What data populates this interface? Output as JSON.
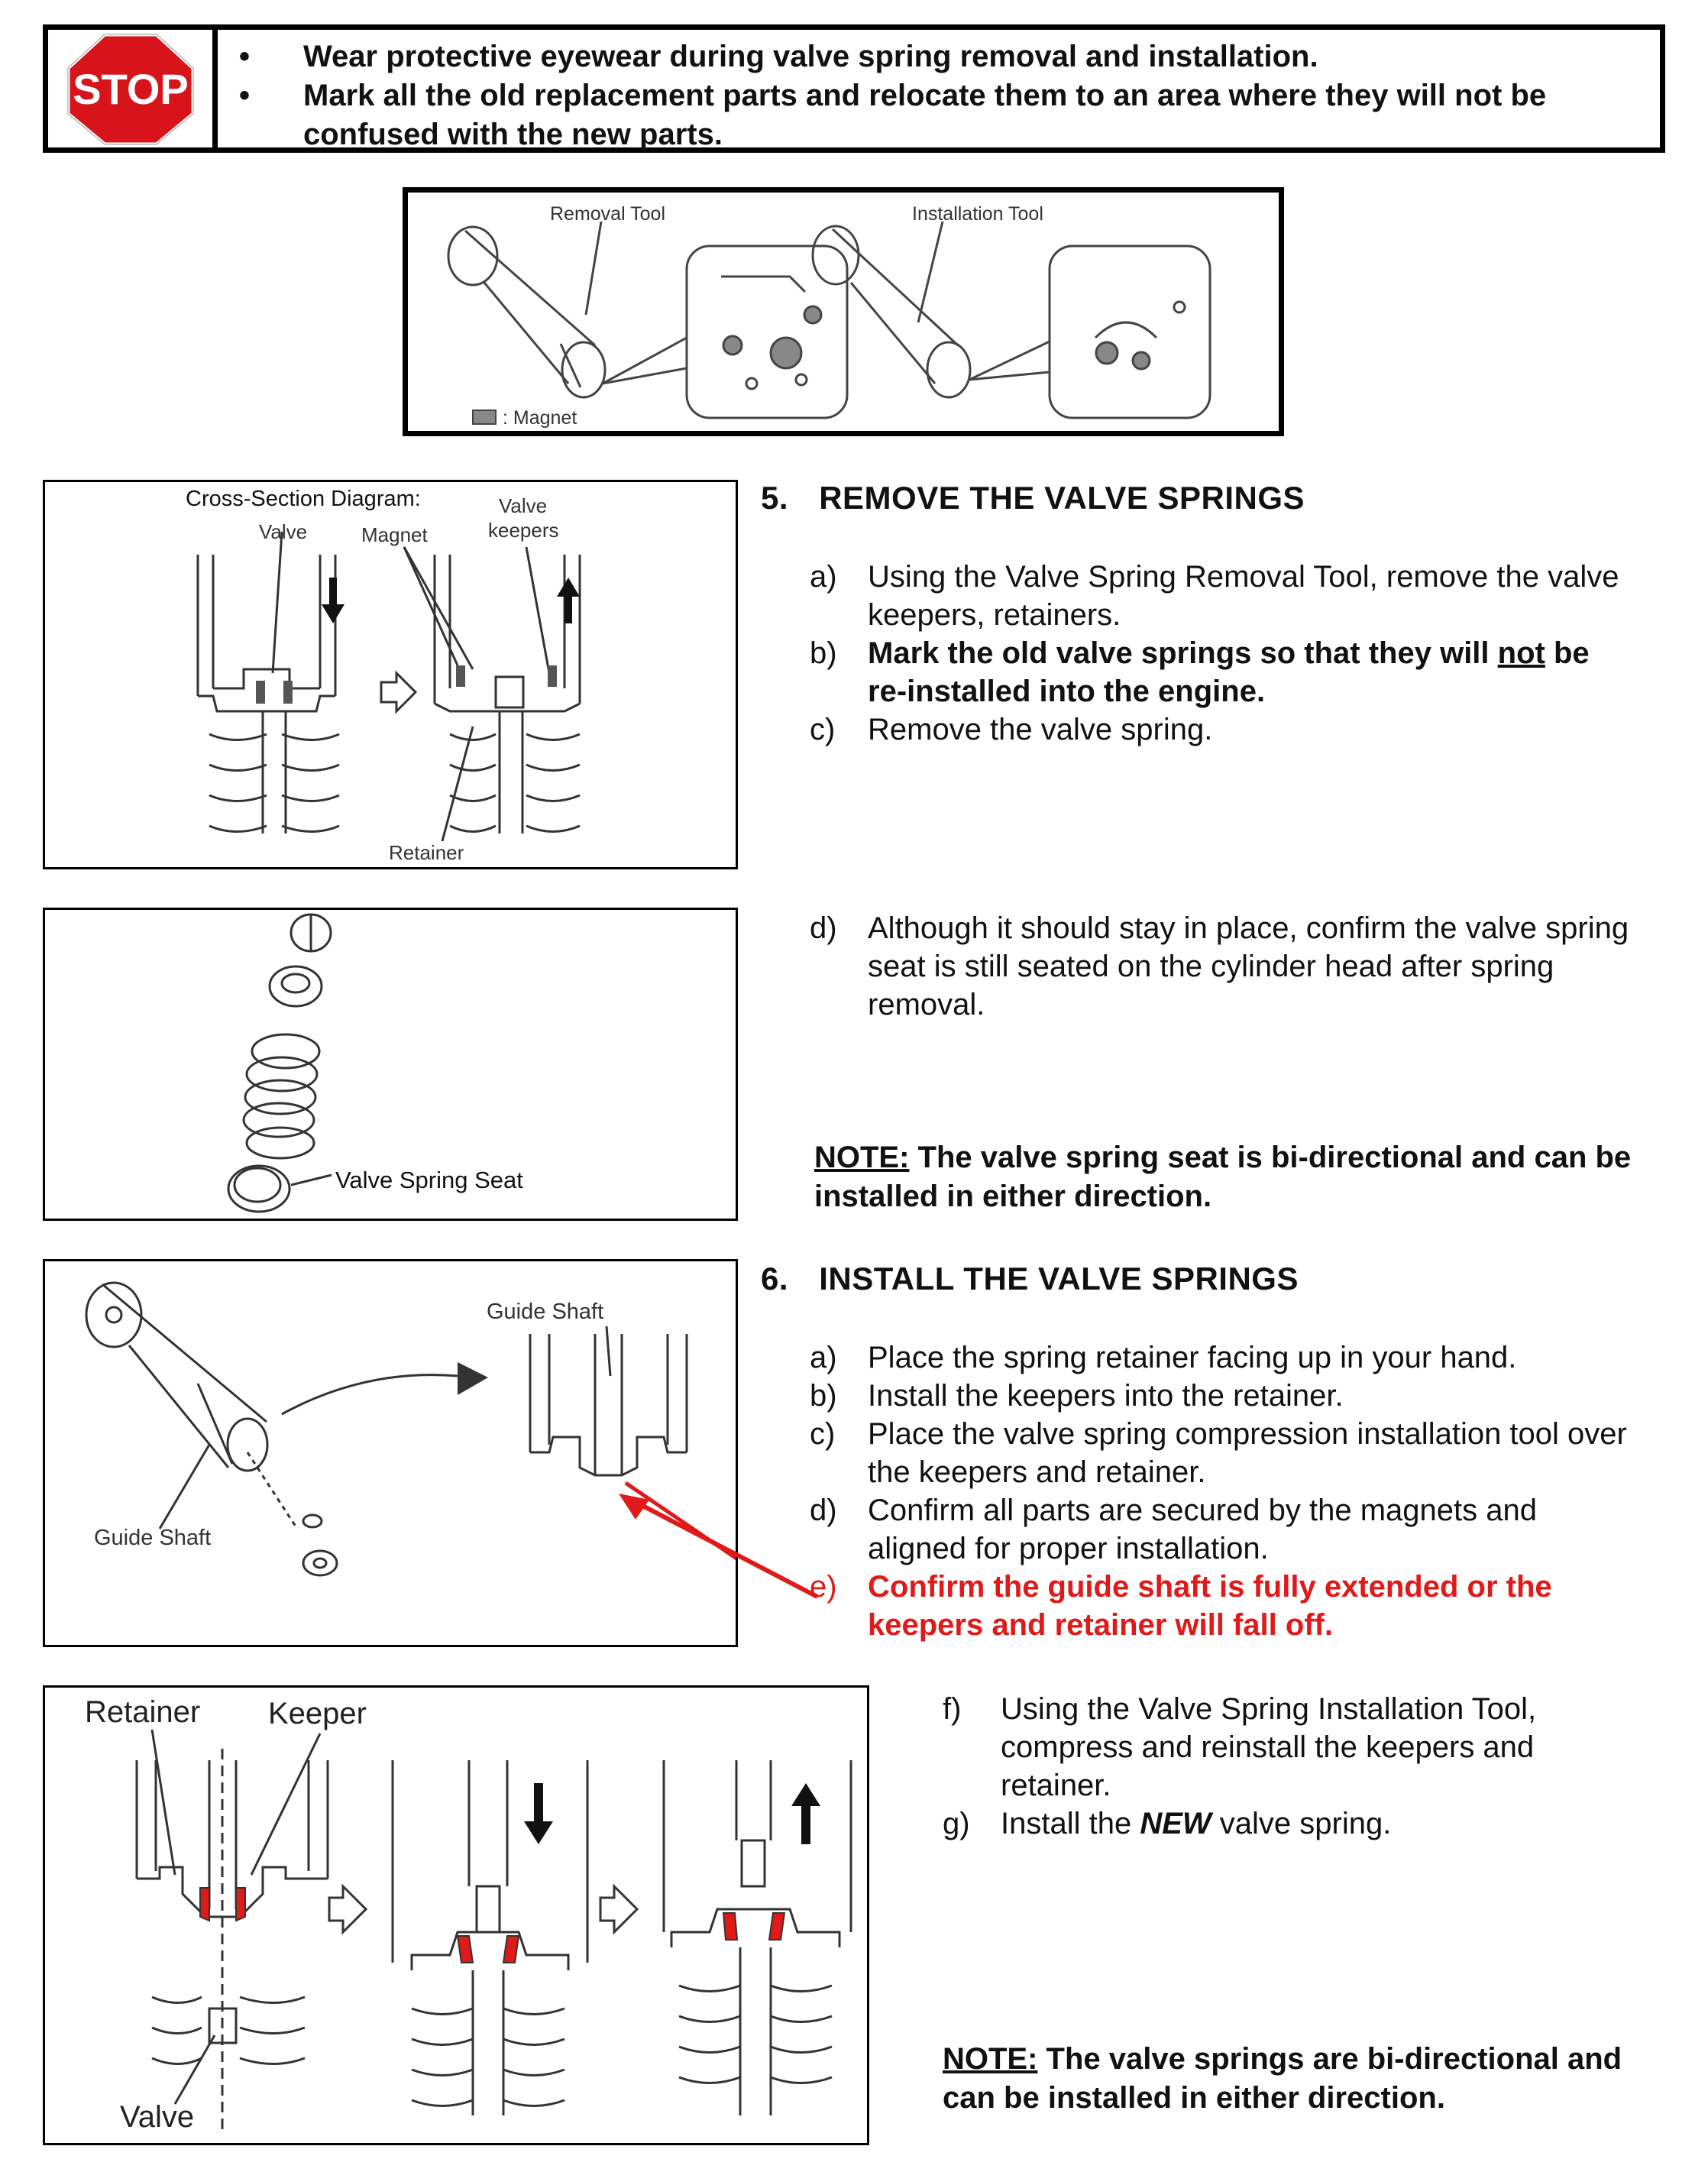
{
  "stop_box": {
    "sign_text": "STOP",
    "bullets": [
      "Wear protective eyewear during valve spring removal and installation.",
      "Mark all the old replacement parts and relocate them to an area where they will not be confused with the new parts."
    ]
  },
  "tools_figure": {
    "removal_label": "Removal Tool",
    "installation_label": "Installation Tool",
    "legend_label": ": Magnet"
  },
  "figure_cross_section": {
    "title": "Cross-Section Diagram:",
    "valve_label": "Valve",
    "magnet_label": "Magnet",
    "keepers_label_1": "Valve",
    "keepers_label_2": "keepers",
    "retainer_label": "Retainer"
  },
  "figure_seat": {
    "seat_label": "Valve Spring Seat"
  },
  "figure_guide": {
    "guide_label_top": "Guide Shaft",
    "guide_label_bottom": "Guide Shaft"
  },
  "figure_install": {
    "retainer_label": "Retainer",
    "keeper_label": "Keeper",
    "valve_label": "Valve"
  },
  "section5": {
    "number": "5.",
    "title": "REMOVE THE VALVE SPRINGS",
    "steps": [
      {
        "key": "a)",
        "text": "Using the Valve Spring Removal Tool, remove the valve keepers, retainers."
      },
      {
        "key": "b)",
        "text_pre": "Mark the old valve springs so that they will ",
        "text_u": "not",
        "text_post": " be re-installed into the engine."
      },
      {
        "key": "c)",
        "text": "Remove the valve spring."
      },
      {
        "key": "d)",
        "text": "Although it should stay in place, confirm the valve spring seat is still seated on the cylinder head after spring removal."
      }
    ],
    "note_label": "NOTE:",
    "note_text": " The valve spring seat is bi-directional and can be installed in either direction."
  },
  "section6": {
    "number": "6.",
    "title": "INSTALL THE VALVE SPRINGS",
    "steps": [
      {
        "key": "a)",
        "text": "Place the spring retainer facing up in your hand."
      },
      {
        "key": "b)",
        "text": "Install the keepers into the retainer."
      },
      {
        "key": "c)",
        "text": "Place the valve spring compression installation tool over the keepers and retainer."
      },
      {
        "key": "d)",
        "text": "Confirm all parts are secured by the magnets and aligned for proper installation."
      },
      {
        "key": "e)",
        "text": "Confirm the guide shaft is fully extended or the keepers and retainer will fall off."
      },
      {
        "key": "f)",
        "text": "Using the Valve Spring Installation Tool, compress and reinstall the keepers and retainer."
      },
      {
        "key": "g)",
        "text_pre": "Install the ",
        "text_em": "NEW",
        "text_post": " valve spring."
      }
    ],
    "note_label": "NOTE:",
    "note_text": " The valve springs are bi-directional and can be installed in either direction."
  },
  "colors": {
    "warning_red": "#e01919",
    "stop_red": "#d7141a"
  }
}
